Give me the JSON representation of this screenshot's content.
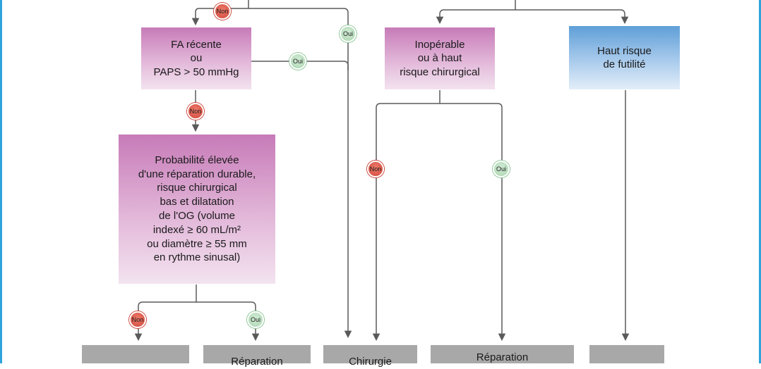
{
  "boxes": {
    "fa_recente": "FA récente\nou\nPAPS > 50 mmHg",
    "inoperable": "Inopérable\nou à haut\nrisque chirurgical",
    "haut_risque": "Haut risque\nde futilité",
    "probabilite": "Probabilité élevée\nd'une réparation durable,\nrisque chirurgical\nbas et dilatation\nde l'OG (volume\nindexé ≥ 60 mL/m²\nou diamètre ≥ 55 mm\nen rythme sinusal)",
    "bottom_1": "",
    "bottom_2": "Réparation",
    "bottom_3": "Chirurgie",
    "bottom_4": "Réparation",
    "bottom_5": ""
  },
  "labels": {
    "non": "Non",
    "oui": "Oui"
  },
  "colors": {
    "frame": "#2ea3dc",
    "connector": "#5a5a5a",
    "pink_box": "#c77bb8",
    "blue_box": "#5f9fd8",
    "grey_box": "#a8a8a8",
    "non_badge": "#d9574a",
    "oui_badge": "#b6dcbb"
  }
}
